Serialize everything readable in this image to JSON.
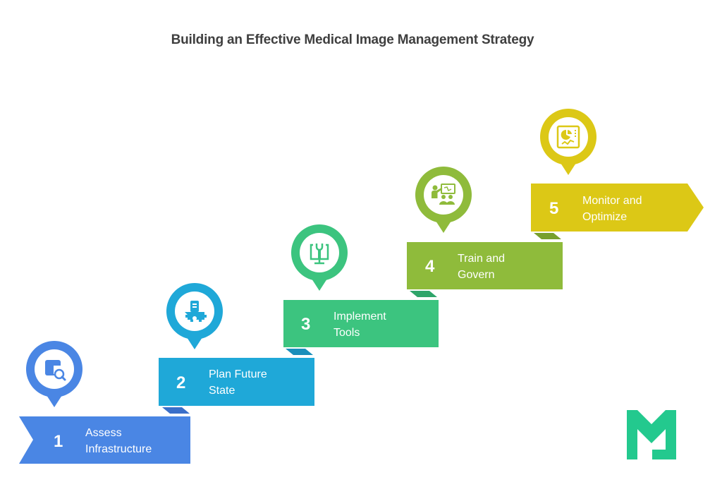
{
  "title": "Building an Effective Medical Image Management Strategy",
  "steps": [
    {
      "number": "1",
      "line1": "Assess",
      "line2": "Infrastructure",
      "icon": "infrastructure-search-icon",
      "color": "#4a86e4"
    },
    {
      "number": "2",
      "line1": "Plan Future",
      "line2": "State",
      "icon": "building-gear-icon",
      "color": "#1fa8d8"
    },
    {
      "number": "3",
      "line1": "Implement",
      "line2": "Tools",
      "icon": "monitor-wrench-icon",
      "color": "#3cc47f"
    },
    {
      "number": "4",
      "line1": "Train and",
      "line2": "Govern",
      "icon": "training-presentation-icon",
      "color": "#8fbb3b"
    },
    {
      "number": "5",
      "line1": "Monitor and",
      "line2": "Optimize",
      "icon": "dashboard-chart-icon",
      "color": "#dcc816"
    }
  ],
  "logo": {
    "name": "M-logo",
    "color": "#23c98e"
  }
}
